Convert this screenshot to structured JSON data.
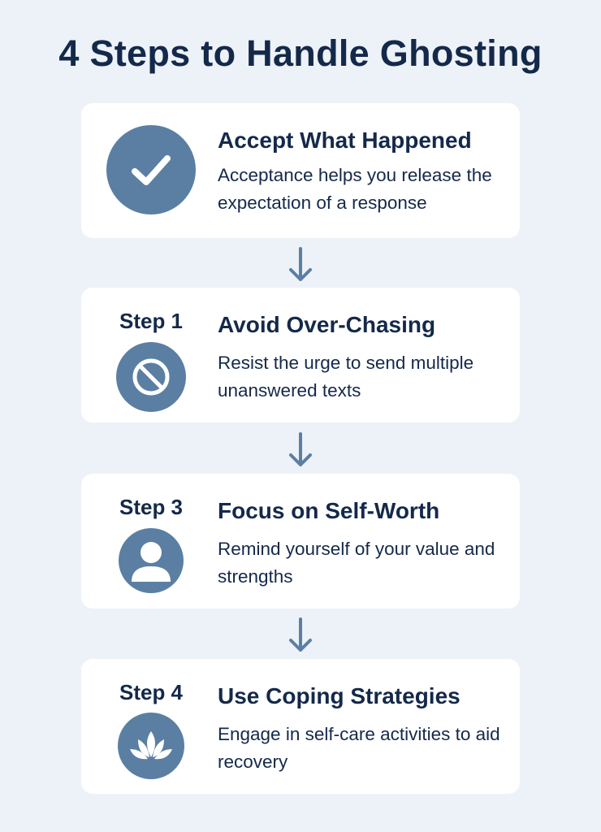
{
  "title": "4 Steps to Handle Ghosting",
  "colors": {
    "background": "#edf2f8",
    "accent": "#5b7fa3",
    "text": "#14294a"
  },
  "cards": [
    {
      "step": "",
      "heading": "Accept What Happened",
      "description": "Acceptance helps you release the expectation of a response",
      "icon": "check-icon"
    },
    {
      "step": "Step 1",
      "heading": "Avoid Over-Chasing",
      "description": "Resist the urge to send multiple unanswered texts",
      "icon": "prohibited-icon"
    },
    {
      "step": "Step 3",
      "heading": "Focus on Self-Worth",
      "description": "Remind yourself of your value and strengths",
      "icon": "person-icon"
    },
    {
      "step": "Step 4",
      "heading": "Use Coping Strategies",
      "description": "Engage in self-care activities to aid recovery",
      "icon": "lotus-icon"
    }
  ]
}
